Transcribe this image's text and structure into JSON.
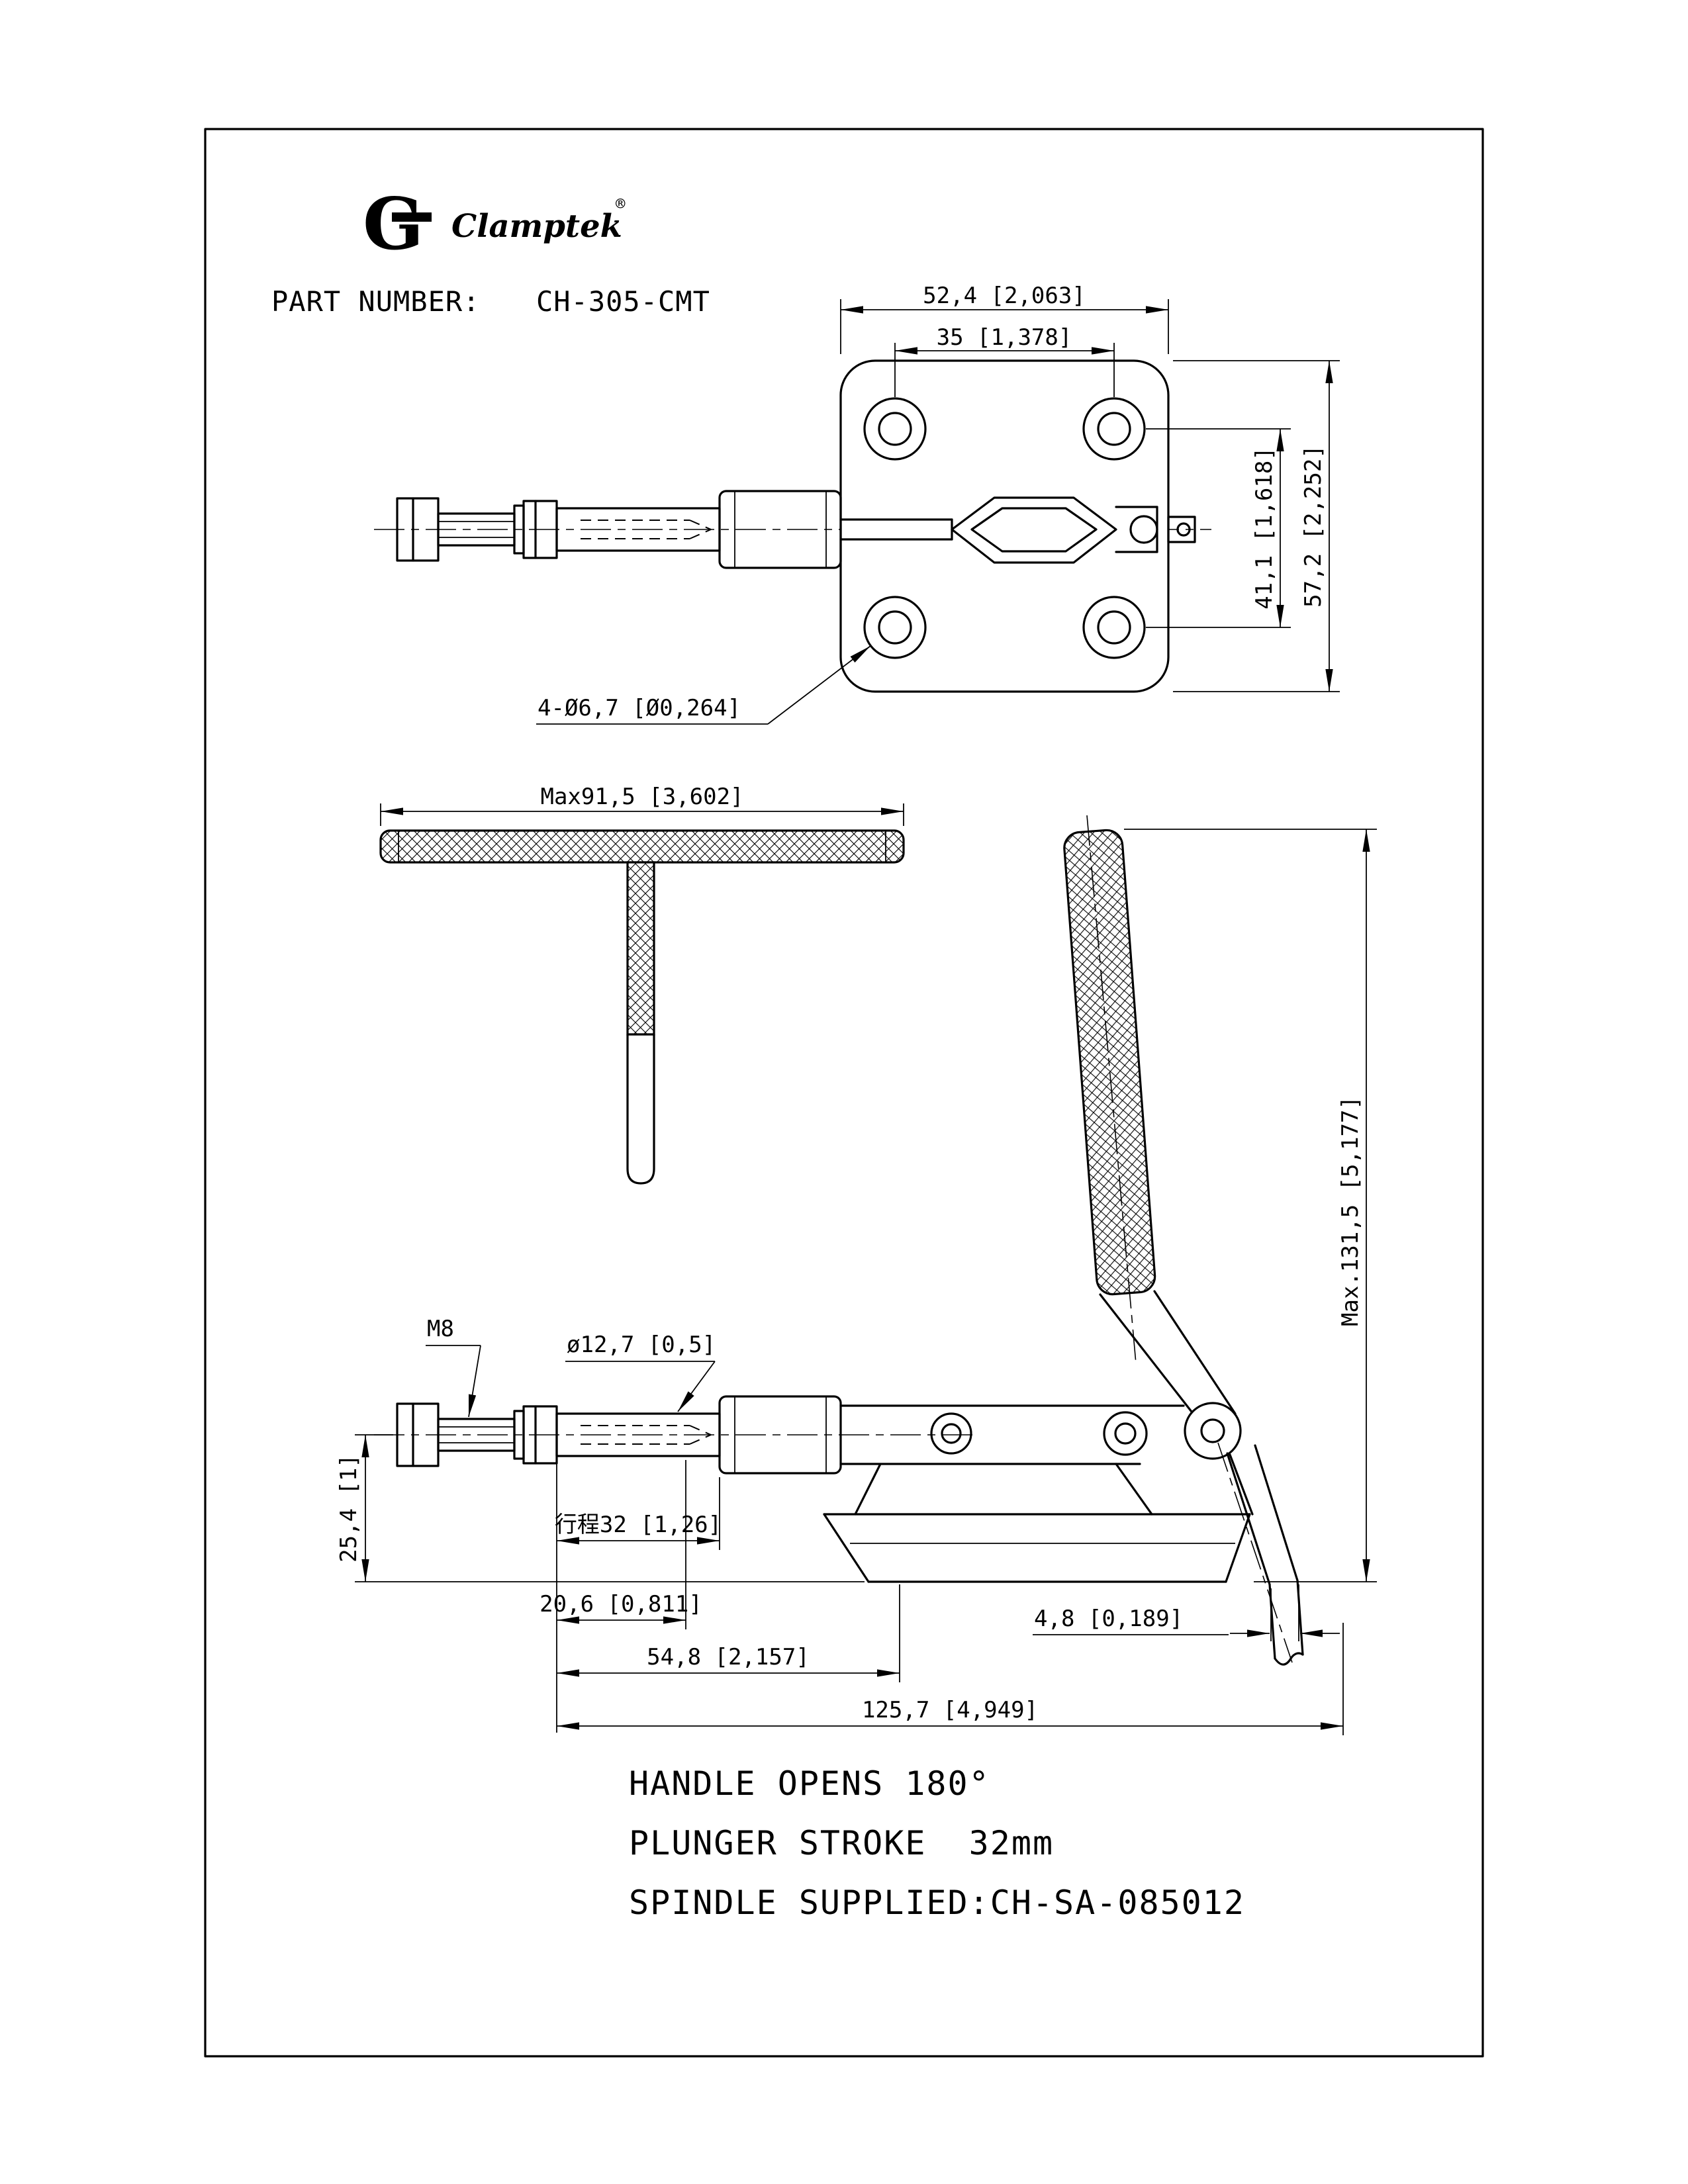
{
  "brand": {
    "logo_letter": "G",
    "name": "Clamptek",
    "registered_mark": "®"
  },
  "header": {
    "part_number_label": "PART NUMBER:",
    "part_number_value": "CH-305-CMT"
  },
  "top_view": {
    "dim_width_outer": "52,4 [2,063]",
    "dim_width_holes": "35 [1,378]",
    "dim_height_holes": "41,1 [1,618]",
    "dim_height_outer": "57,2 [2,252]",
    "callout_holes": "4-Ø6,7 [Ø0,264]"
  },
  "handle_view": {
    "dim_max_width": "Max91,5 [3,602]"
  },
  "side_view": {
    "dim_max_height": "Max.131,5 [5,177]",
    "callout_thread": "M8",
    "callout_plunger_dia": "ø12,7 [0,5]",
    "dim_plunger_height": "25,4 [1]",
    "dim_stroke": "行程32 [1,26]",
    "dim_20_6": "20,6 [0,811]",
    "dim_54_8": "54,8 [2,157]",
    "dim_overall": "125,7 [4,949]",
    "dim_handle_thickness": "4,8 [0,189]"
  },
  "notes": {
    "line1": "HANDLE OPENS 180°",
    "line2": "PLUNGER STROKE  32mm",
    "line3": "SPINDLE SUPPLIED:CH-SA-085012"
  }
}
